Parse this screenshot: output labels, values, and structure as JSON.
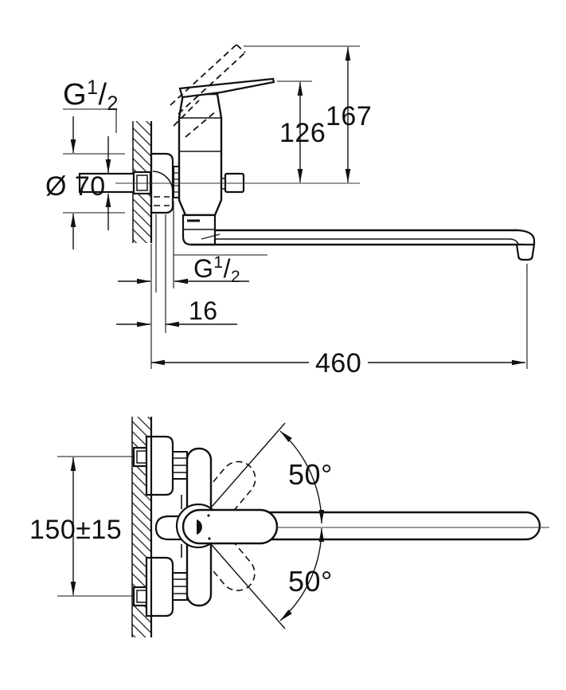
{
  "labels": {
    "thread_wall": {
      "prefix": "G",
      "sup": "1",
      "slash": "/",
      "sub": "2"
    },
    "diameter": "Ø 70",
    "handle_height": "126",
    "handle_height_open": "167",
    "thread_spout": {
      "prefix": "G",
      "sup": "1",
      "slash": "/",
      "sub": "2"
    },
    "wall_offset": "16",
    "spout_reach": "460",
    "connection_spacing": "150±15",
    "swivel_angle_up": "50°",
    "swivel_angle_down": "50°"
  },
  "colors": {
    "line": "#111111",
    "background": "#ffffff"
  }
}
